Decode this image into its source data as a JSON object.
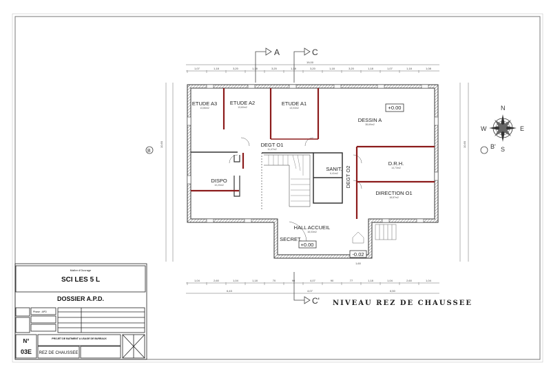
{
  "drawing": {
    "title": "NIVEAU REZ DE CHAUSSEE",
    "overall_width": "19,00",
    "overall_depth": "10,60",
    "level_main": "+0.00",
    "level_hall": "+0.00",
    "level_entrance": "-0.02",
    "sections": {
      "a": "A",
      "c": "C",
      "c_prime": "C'",
      "b": "B",
      "b_prime": "B'"
    },
    "compass": {
      "n": "N",
      "s": "S",
      "e": "E",
      "w": "W"
    },
    "colors": {
      "new_walls": "#8b1a1a",
      "walls": "#333333"
    }
  },
  "rooms": [
    {
      "name": "ETUDE A3",
      "area": "13,86m2"
    },
    {
      "name": "ETUDE A2",
      "area": "13,60m2"
    },
    {
      "name": "ETUDE A1",
      "area": "13,04m2"
    },
    {
      "name": "DESSIN A",
      "area": "38,69m2"
    },
    {
      "name": "DEGT O1",
      "area": "11,47m2"
    },
    {
      "name": "DISPO",
      "area": "10,20m2"
    },
    {
      "name": "SANIT.",
      "area": "6,41m2"
    },
    {
      "name": "DEGT O2",
      "area": ""
    },
    {
      "name": "D.R.H.",
      "area": "14,73m2"
    },
    {
      "name": "DIRECTION O1",
      "area": "18,87m2"
    },
    {
      "name": "HALL ACCUEIL",
      "area": "16,03m2"
    },
    {
      "name": "SECRET.",
      "area": ""
    }
  ],
  "dimensions": {
    "top": [
      "1,07",
      "1,18",
      "3,20",
      "1,18",
      "3,20",
      "1,18",
      "3,20",
      "1,18",
      "3,20",
      "1,18",
      "1,07",
      "1,18",
      "1,08"
    ],
    "bottom": [
      "1,04",
      "2,60",
      "1,04",
      "1,18",
      "70",
      "90",
      "4,07",
      "90",
      "77",
      "1,18",
      "1,04",
      "2,60",
      "1,04"
    ],
    "bottom_totals": [
      "6,43",
      "4,07",
      "6,50"
    ],
    "entrance": "1,60"
  },
  "title_block": {
    "owner_label": "Maître d'Ouvrage",
    "owner": "SCI   LES 5 L",
    "dossier": "DOSSIER A.P.D.",
    "phase": "Phase : APD",
    "project": "PROJET DE BATIMENT A USAGE DE BUREAUX",
    "number_label": "N°",
    "number": "03E",
    "sheet": "REZ DE CHAUSSEE"
  }
}
